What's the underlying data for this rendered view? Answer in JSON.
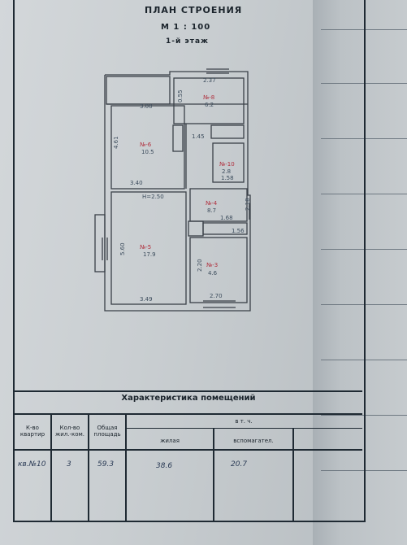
{
  "header": {
    "title": "ПЛАН  СТРОЕНИЯ",
    "scale": "М   1 : 100",
    "floor": "1-й этаж"
  },
  "plan": {
    "dimensions": {
      "d300": "3.00",
      "d237": "2.37",
      "d461": "4.61",
      "d340": "3.40",
      "d250": "H=2.50",
      "d145": "1.45",
      "d158": "1.58",
      "d168": "1.68",
      "d156": "1.56",
      "d560": "5.60",
      "d349": "3.49",
      "d220": "2.20",
      "d270": "2.70",
      "d055": "0.55",
      "d218": "2.18"
    },
    "rooms": [
      {
        "id": "№-6",
        "area": "10.5"
      },
      {
        "id": "№-8",
        "area": "6.2"
      },
      {
        "id": "№-10",
        "area": "2.8"
      },
      {
        "id": "№-4",
        "area": "8.7"
      },
      {
        "id": "№-5",
        "area": "17.9"
      },
      {
        "id": "№-3",
        "area": "4.6"
      }
    ]
  },
  "table": {
    "title": "Характеристика  помещений",
    "headers": {
      "apartments": "К-во квартир",
      "rooms": "Кол-во жил.-ком.",
      "total_area": "Общая площадь",
      "including": "в т. ч.",
      "living": "жилая",
      "auxiliary": "вспомагател."
    },
    "row": {
      "apartments": "кв.№10",
      "rooms": "3",
      "total_area": "59.3",
      "living": "38.6",
      "auxiliary": "20.7"
    }
  }
}
